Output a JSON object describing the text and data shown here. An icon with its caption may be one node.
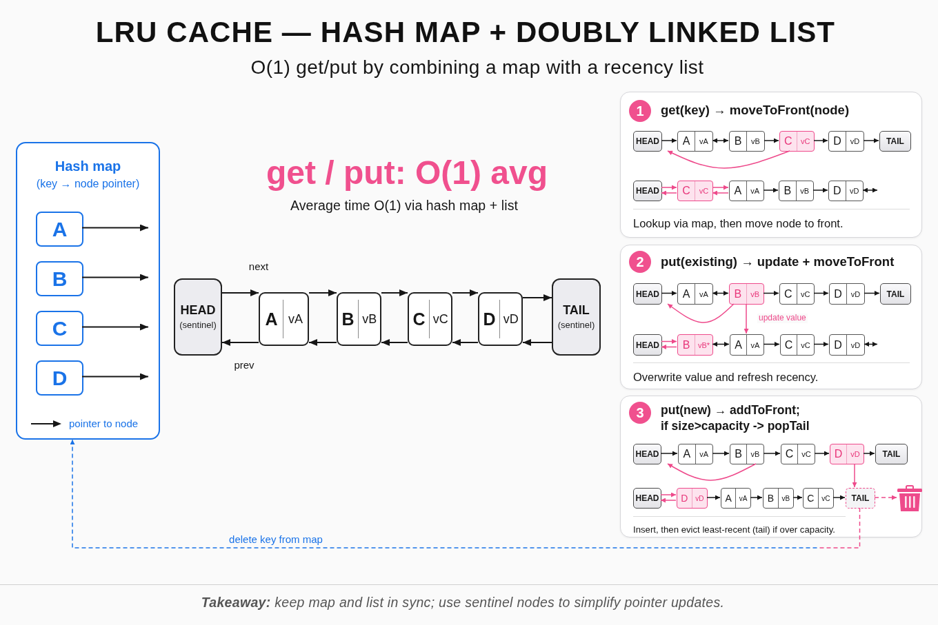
{
  "diagram": {
    "title": "LRU CACHE — HASH MAP + DOUBLY LINKED LIST",
    "caption": "**Takeaway:** keep map and list in sync; use sentinel nodes to simplify pointer updates.",
    "nodes": [
      {
        "text": [
          "Hash map",
          "(key → node pointer)"
        ]
      },
      {
        "text": [
          "A"
        ],
        "in": 0
      },
      {
        "text": [
          "B"
        ],
        "in": 0
      },
      {
        "text": [
          "C"
        ],
        "in": 0
      },
      {
        "text": [
          "D"
        ],
        "in": 0
      },
      {
        "text": [
          "HEAD",
          "(sentinel)"
        ]
      },
      {
        "text": [
          "A",
          "vA"
        ]
      },
      {
        "text": [
          "B",
          "vB"
        ]
      },
      {
        "text": [
          "C",
          "vC"
        ]
      },
      {
        "text": [
          "D",
          "vD"
        ]
      },
      {
        "text": [
          "TAIL",
          "(sentinel)"
        ]
      },
      {
        "text": [
          "get(key) → moveToFront(node)",
          "Lookup via map, then move node to front."
        ]
      },
      {
        "text": [
          "1"
        ],
        "in": 11
      },
      {
        "text": [
          "HEAD"
        ],
        "in": 11
      },
      {
        "text": [
          "A",
          "vA"
        ],
        "in": 11
      },
      {
        "text": [
          "B",
          "vB"
        ],
        "in": 11
      },
      {
        "text": [
          "C",
          "vC"
        ],
        "in": 11
      },
      {
        "text": [
          "D",
          "vD"
        ],
        "in": 11
      },
      {
        "text": [
          "TAIL"
        ],
        "in": 11
      },
      {
        "text": [
          "HEAD"
        ],
        "in": 11
      },
      {
        "text": [
          "C",
          "vC"
        ],
        "in": 11
      },
      {
        "text": [
          "A",
          "vA"
        ],
        "in": 11
      },
      {
        "text": [
          "B",
          "vB"
        ],
        "in": 11
      },
      {
        "text": [
          "D",
          "vD"
        ],
        "in": 11
      },
      {
        "text": [
          "put(existing) → update + moveToFront",
          "Overwrite value and refresh recency."
        ]
      },
      {
        "text": [
          "2"
        ],
        "in": 24
      },
      {
        "text": [
          "HEAD"
        ],
        "in": 24
      },
      {
        "text": [
          "A",
          "vA"
        ],
        "in": 24
      },
      {
        "text": [
          "B",
          "vB"
        ],
        "in": 24
      },
      {
        "text": [
          "C",
          "vC"
        ],
        "in": 24
      },
      {
        "text": [
          "D",
          "vD"
        ],
        "in": 24
      },
      {
        "text": [
          "TAIL"
        ],
        "in": 24
      },
      {
        "text": [
          "HEAD"
        ],
        "in": 24
      },
      {
        "text": [
          "B",
          "vB*"
        ],
        "in": 24
      },
      {
        "text": [
          "A",
          "vA"
        ],
        "in": 24
      },
      {
        "text": [
          "C",
          "vC"
        ],
        "in": 24
      },
      {
        "text": [
          "D",
          "vD"
        ],
        "in": 24
      },
      {
        "text": [
          "put(new) → addToFront; if size>capacity -> popTail",
          "Insert, then evict least-recent (tail) if over capacity."
        ]
      },
      {
        "text": [
          "3"
        ],
        "in": 37
      },
      {
        "text": [
          "HEAD"
        ],
        "in": 37
      },
      {
        "text": [
          "A",
          "vA"
        ],
        "in": 37
      },
      {
        "text": [
          "B",
          "vB"
        ],
        "in": 37
      },
      {
        "text": [
          "C",
          "vC"
        ],
        "in": 37
      },
      {
        "text": [
          "D",
          "vD"
        ],
        "in": 37
      },
      {
        "text": [
          "TAIL"
        ],
        "in": 37
      },
      {
        "text": [
          "HEAD"
        ],
        "in": 37
      },
      {
        "text": [
          "D",
          "vD"
        ],
        "in": 37
      },
      {
        "text": [
          "A",
          "vA"
        ],
        "in": 37
      },
      {
        "text": [
          "B",
          "vB"
        ],
        "in": 37
      },
      {
        "text": [
          "C",
          "vC"
        ],
        "in": 37
      },
      {
        "text": [
          "TAIL"
        ],
        "in": 37
      },
      {
        "text": [],
        "shape": "picture",
        "in": 37
      }
    ],
    "edges": [
      {
        "from": 1,
        "to": null,
        "arrow": "to"
      },
      {
        "from": 2,
        "to": null,
        "arrow": "to"
      },
      {
        "from": 3,
        "to": null,
        "arrow": "to"
      },
      {
        "from": 4,
        "to": null,
        "arrow": "to"
      },
      {
        "from": 5,
        "to": 6,
        "arrow": "to",
        "label": "next"
      },
      {
        "from": 6,
        "to": 7,
        "arrow": "to"
      },
      {
        "from": 7,
        "to": 8,
        "arrow": "to"
      },
      {
        "from": 8,
        "to": 9,
        "arrow": "to"
      },
      {
        "from": 9,
        "to": 10,
        "arrow": "to"
      },
      {
        "from": 6,
        "to": 5,
        "arrow": "to",
        "label": "prev"
      },
      {
        "from": 7,
        "to": 6,
        "arrow": "to"
      },
      {
        "from": 8,
        "to": 7,
        "arrow": "to"
      },
      {
        "from": 9,
        "to": 8,
        "arrow": "to"
      },
      {
        "from": 10,
        "to": 9,
        "arrow": "to"
      },
      {
        "from": 13,
        "to": 14,
        "arrow": "to"
      },
      {
        "from": 14,
        "to": 15,
        "arrow": "both"
      },
      {
        "from": 15,
        "to": 16,
        "arrow": "to"
      },
      {
        "from": 16,
        "to": 17,
        "arrow": "to"
      },
      {
        "from": 17,
        "to": 18,
        "arrow": "to"
      },
      {
        "from": 16,
        "to": 13,
        "arrow": "to",
        "color": "#ee4a8b"
      },
      {
        "from": 19,
        "to": 20,
        "arrow": "to",
        "color": "#ee4a8b"
      },
      {
        "from": 20,
        "to": 19,
        "arrow": "to",
        "color": "#ee4a8b"
      },
      {
        "from": 20,
        "to": 21,
        "arrow": "to",
        "color": "#ee4a8b"
      },
      {
        "from": 21,
        "to": 20,
        "arrow": "to",
        "color": "#ee4a8b"
      },
      {
        "from": 21,
        "to": 22,
        "arrow": "to"
      },
      {
        "from": 22,
        "to": 23,
        "arrow": "to"
      },
      {
        "from": 23,
        "to": null,
        "arrow": "both"
      },
      {
        "from": 26,
        "to": 27,
        "arrow": "to"
      },
      {
        "from": 27,
        "to": 28,
        "arrow": "both"
      },
      {
        "from": 28,
        "to": 29,
        "arrow": "to"
      },
      {
        "from": 29,
        "to": 30,
        "arrow": "to"
      },
      {
        "from": 30,
        "to": 31,
        "arrow": "to"
      },
      {
        "from": 28,
        "to": 34,
        "arrow": "to",
        "label": "update value",
        "color": "#ee4a8b"
      },
      {
        "from": 28,
        "to": 26,
        "arrow": "to",
        "color": "#ee4a8b"
      },
      {
        "from": 32,
        "to": 33,
        "arrow": "to",
        "color": "#ee4a8b"
      },
      {
        "from": 33,
        "to": 32,
        "arrow": "to",
        "color": "#ee4a8b"
      },
      {
        "from": 33,
        "to": 34,
        "arrow": "both"
      },
      {
        "from": 34,
        "to": 35,
        "arrow": "to"
      },
      {
        "from": 35,
        "to": 36,
        "arrow": "to"
      },
      {
        "from": 36,
        "to": null,
        "arrow": "both"
      },
      {
        "from": 39,
        "to": 40,
        "arrow": "to"
      },
      {
        "from": 40,
        "to": 41,
        "arrow": "to"
      },
      {
        "from": 41,
        "to": 42,
        "arrow": "to"
      },
      {
        "from": 42,
        "to": 43,
        "arrow": "to"
      },
      {
        "from": 43,
        "to": 44,
        "arrow": "to"
      },
      {
        "from": 41,
        "to": 39,
        "arrow": "to",
        "color": "#ee4a8b"
      },
      {
        "from": 43,
        "to": 50,
        "arrow": "to",
        "color": "#ee4a8b"
      },
      {
        "from": 45,
        "to": 46,
        "arrow": "to",
        "color": "#ee4a8b"
      },
      {
        "from": 46,
        "to": 45,
        "arrow": "to",
        "color": "#ee4a8b"
      },
      {
        "from": 46,
        "to": 47,
        "arrow": "to"
      },
      {
        "from": 47,
        "to": 48,
        "arrow": "to"
      },
      {
        "from": 48,
        "to": 49,
        "arrow": "to"
      },
      {
        "from": 49,
        "to": 50,
        "arrow": "to"
      },
      {
        "from": 50,
        "to": 51,
        "arrow": "to",
        "style": "dashed",
        "color": "#ee4a8b"
      },
      {
        "from": 50,
        "to": 0,
        "arrow": "to",
        "label": "delete key from map",
        "style": "dashed",
        "color": "#1a73e8"
      }
    ],
    "labels": [
      "O(1) get/put by combining a map with a recency list",
      "get / put: O(1) avg",
      "Average time O(1) via hash map + list"
    ],
    "legend": [
      {
        "text": "pointer to node"
      }
    ]
  }
}
